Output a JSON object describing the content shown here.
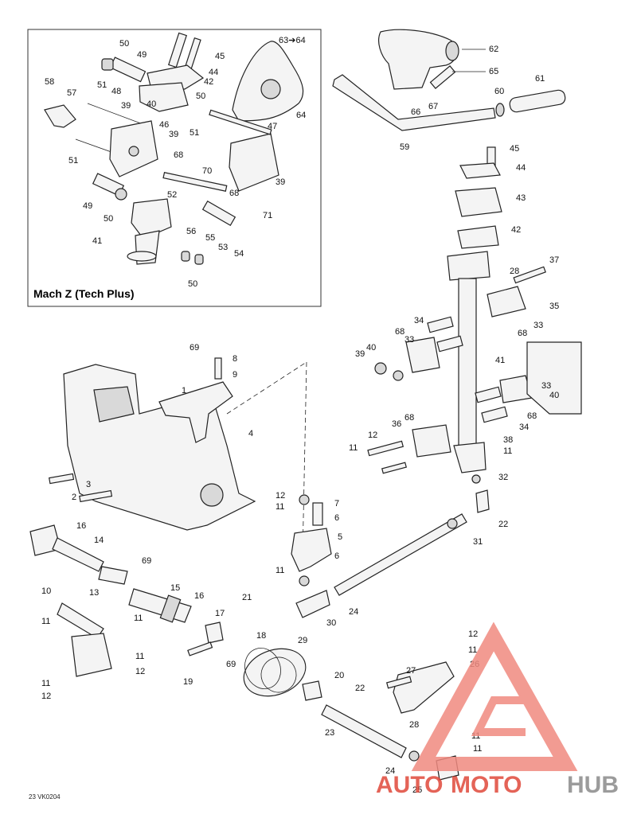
{
  "inset": {
    "title": "Mach Z (Tech Plus)",
    "labels": [
      "50",
      "49",
      "45",
      "44",
      "42",
      "48",
      "39",
      "40",
      "50",
      "58",
      "57",
      "51",
      "46",
      "39",
      "47",
      "51",
      "68",
      "70",
      "68",
      "39",
      "51",
      "52",
      "49",
      "50",
      "56",
      "55",
      "53",
      "71",
      "54",
      "41",
      "50"
    ],
    "handle_ref": "63➔64",
    "handle_ref_2": "64"
  },
  "main_labels": {
    "handlebar": [
      "62",
      "65",
      "61",
      "60",
      "66",
      "67",
      "59"
    ],
    "steering_column": [
      "45",
      "44",
      "43",
      "42",
      "28",
      "37",
      "35",
      "33",
      "68",
      "34",
      "33",
      "68",
      "39",
      "40",
      "41",
      "68",
      "40",
      "33",
      "34",
      "68",
      "36",
      "12",
      "38",
      "11",
      "11",
      "32",
      "22",
      "31"
    ],
    "frame": [
      "69",
      "8",
      "9",
      "1",
      "4",
      "3",
      "2",
      "12",
      "11",
      "7",
      "6",
      "5",
      "6",
      "11",
      "30",
      "24"
    ],
    "tie_rods": [
      "16",
      "14",
      "69",
      "13",
      "15",
      "16",
      "10",
      "11",
      "11",
      "17",
      "21",
      "18",
      "11",
      "12",
      "69",
      "19",
      "29",
      "20",
      "22",
      "23",
      "24",
      "25",
      "11",
      "12",
      "11",
      "12",
      "27",
      "26",
      "11",
      "28",
      "11"
    ]
  },
  "drawing_code": "23 VK0204",
  "watermark": {
    "left": "AUTO",
    "mid": "MOTO",
    "right": "HUB",
    "color_red": "#e0483a",
    "color_gray": "#8a8a8a",
    "color_triangle": "#f08a80"
  }
}
